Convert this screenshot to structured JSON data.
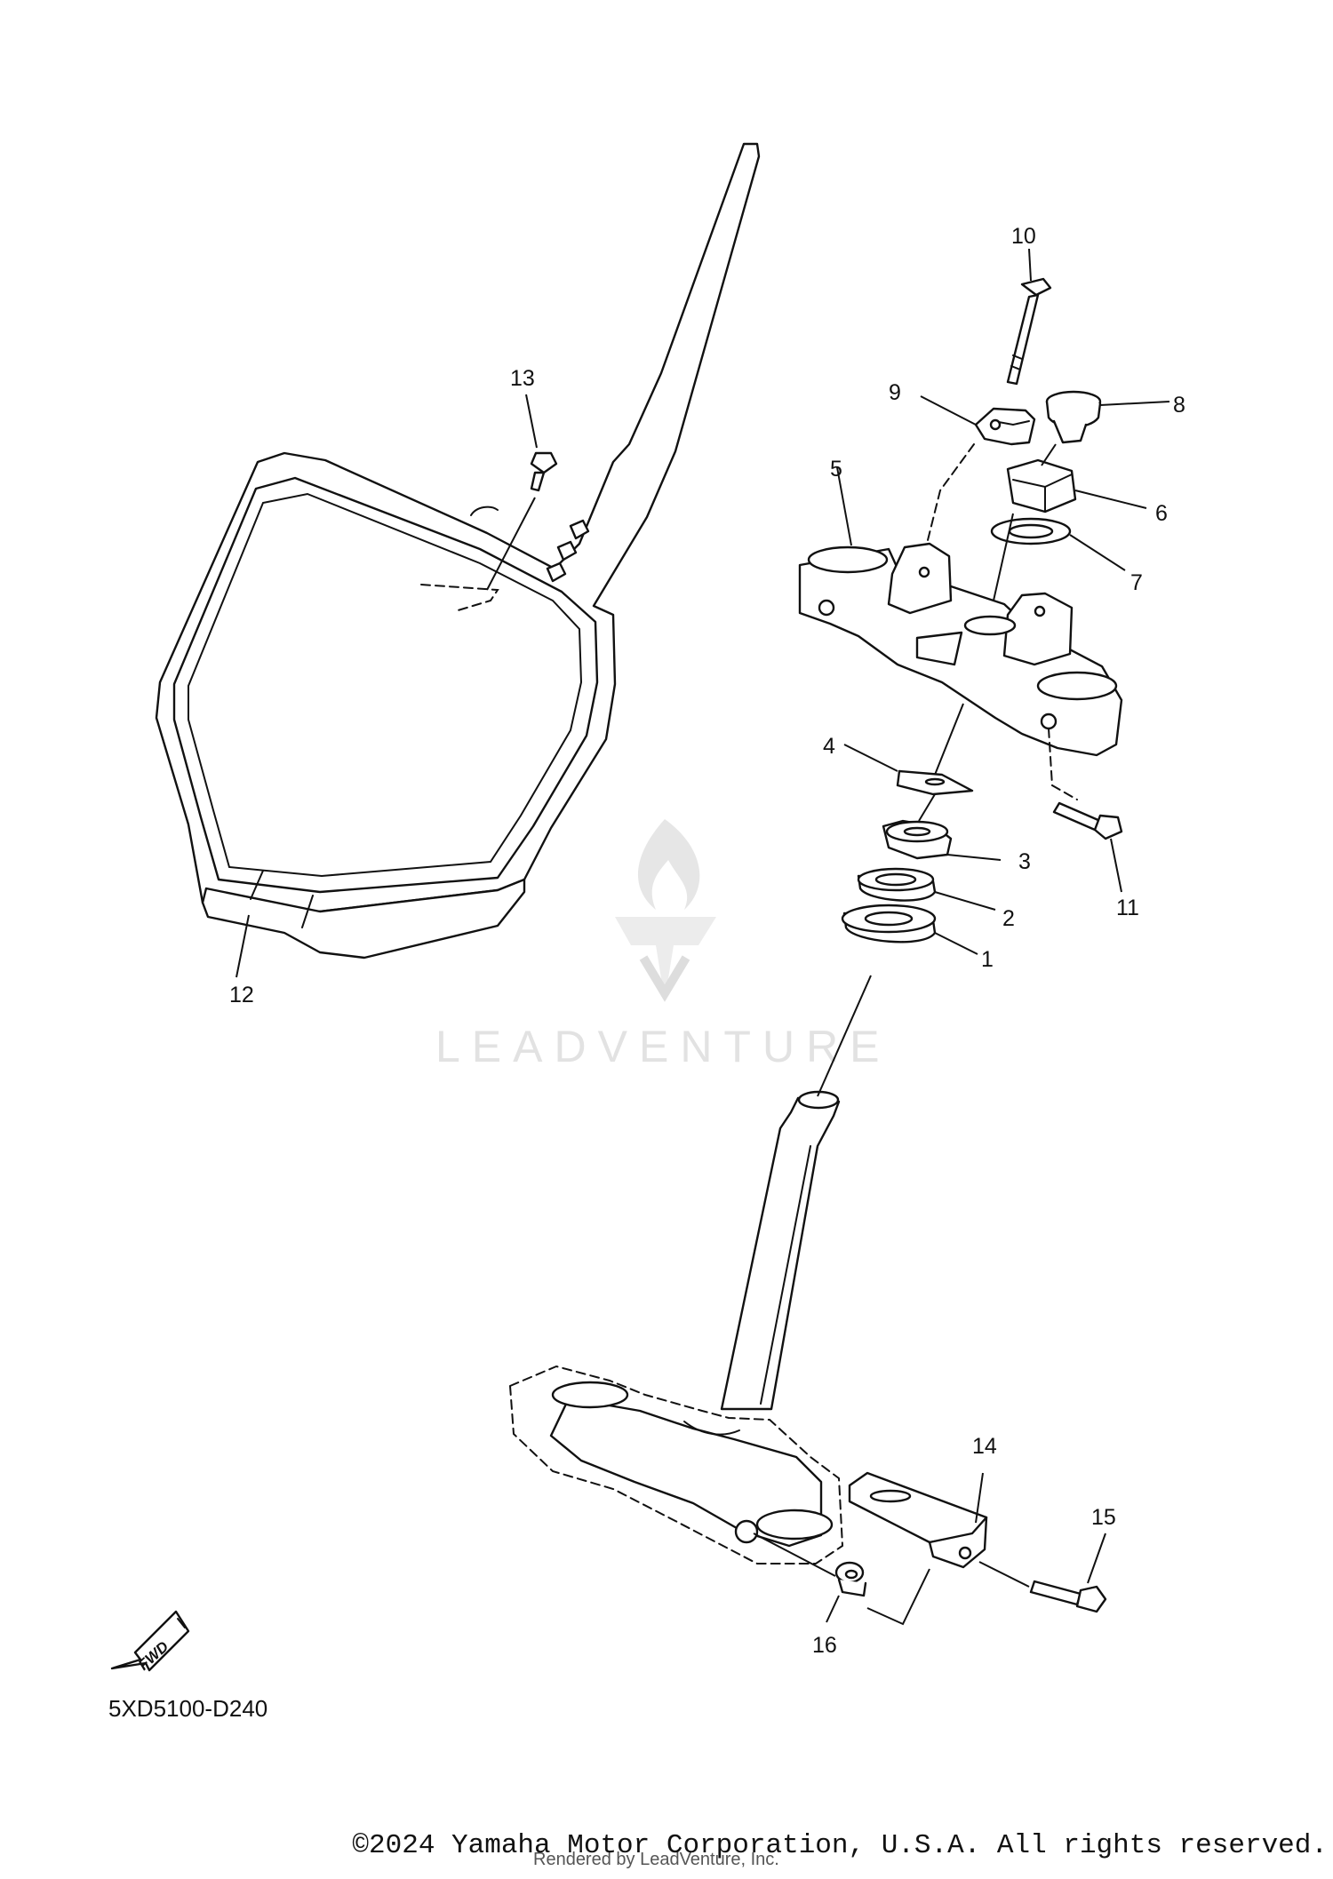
{
  "diagram": {
    "callouts": [
      "1",
      "2",
      "3",
      "4",
      "5",
      "6",
      "7",
      "8",
      "9",
      "10",
      "11",
      "12",
      "13",
      "14",
      "15",
      "16"
    ],
    "fwd_label": "FWD",
    "code": "5XD5100-D240"
  },
  "watermark": {
    "text": "LEADVENTURE"
  },
  "footer": {
    "copyright": "©2024 Yamaha Motor Corporation, U.S.A. All rights reserved.",
    "rendered_by": "Rendered by LeadVenture, Inc."
  },
  "colors": {
    "line": "#111111",
    "background": "#ffffff",
    "watermark": "#e2e2e2"
  }
}
